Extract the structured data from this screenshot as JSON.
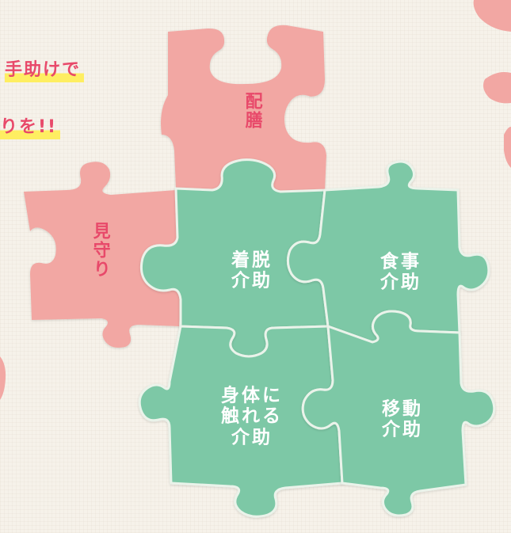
{
  "tagline": {
    "line1": "手助けで",
    "line2": "りを!!"
  },
  "pieces": {
    "haizen": "配膳",
    "mimamori": "見守り",
    "chakudatsu": "着脱\n介助",
    "shokuji": "食事\n介助",
    "shintai": "身体に\n触れる\n介助",
    "idou": "移動\n介助"
  },
  "colors": {
    "pink_piece": "#f2a7a3",
    "green_piece": "#7dc8a6",
    "pink_text": "#e8496a",
    "green_text": "#ffffff",
    "highlight": "#fff35a",
    "background": "#f6f2ea"
  }
}
